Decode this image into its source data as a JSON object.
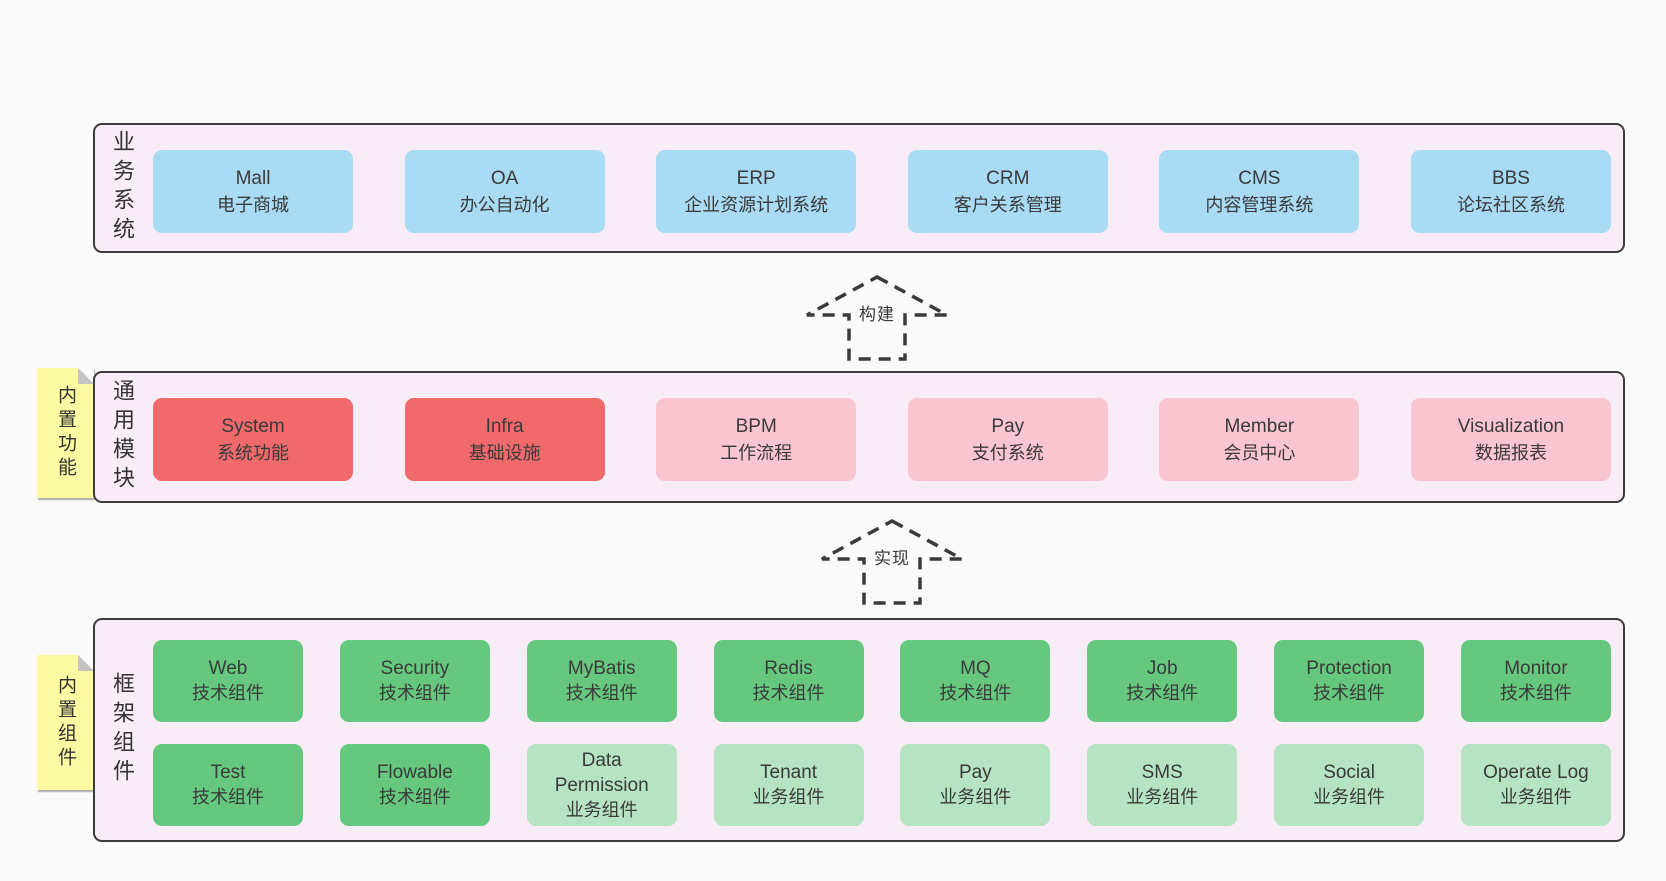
{
  "colors": {
    "page_bg": "#fafafa",
    "layer_bg": "#f8edf6",
    "layer_border": "#3c3c3c",
    "blue_box": "#a9dbf4",
    "red_box": "#f0696b",
    "pink_box": "#f9c5d0",
    "green_dark_box": "#66c87e",
    "green_light_box": "#b6e4c3",
    "note_bg": "#fbf9a2",
    "note_fold": "#c4c4c4",
    "text": "#3a3a3a"
  },
  "layers": {
    "business": {
      "label": "业务系统",
      "boxes": [
        {
          "name": "Mall",
          "desc": "电子商城"
        },
        {
          "name": "OA",
          "desc": "办公自动化"
        },
        {
          "name": "ERP",
          "desc": "企业资源计划系统"
        },
        {
          "name": "CRM",
          "desc": "客户关系管理"
        },
        {
          "name": "CMS",
          "desc": "内容管理系统"
        },
        {
          "name": "BBS",
          "desc": "论坛社区系统"
        }
      ]
    },
    "modules": {
      "label": "通用模块",
      "note": "内置功能",
      "boxes": [
        {
          "name": "System",
          "desc": "系统功能"
        },
        {
          "name": "Infra",
          "desc": "基础设施"
        },
        {
          "name": "BPM",
          "desc": "工作流程"
        },
        {
          "name": "Pay",
          "desc": "支付系统"
        },
        {
          "name": "Member",
          "desc": "会员中心"
        },
        {
          "name": "Visualization",
          "desc": "数据报表"
        }
      ]
    },
    "components": {
      "label": "框架组件",
      "note": "内置组件",
      "row1": [
        {
          "name": "Web",
          "desc": "技术组件"
        },
        {
          "name": "Security",
          "desc": "技术组件"
        },
        {
          "name": "MyBatis",
          "desc": "技术组件"
        },
        {
          "name": "Redis",
          "desc": "技术组件"
        },
        {
          "name": "MQ",
          "desc": "技术组件"
        },
        {
          "name": "Job",
          "desc": "技术组件"
        },
        {
          "name": "Protection",
          "desc": "技术组件"
        },
        {
          "name": "Monitor",
          "desc": "技术组件"
        }
      ],
      "row2": [
        {
          "name": "Test",
          "desc": "技术组件"
        },
        {
          "name": "Flowable",
          "desc": "技术组件"
        },
        {
          "name": "Data Permission",
          "desc": "业务组件"
        },
        {
          "name": "Tenant",
          "desc": "业务组件"
        },
        {
          "name": "Pay",
          "desc": "业务组件"
        },
        {
          "name": "SMS",
          "desc": "业务组件"
        },
        {
          "name": "Social",
          "desc": "业务组件"
        },
        {
          "name": "Operate Log",
          "desc": "业务组件"
        }
      ]
    }
  },
  "arrows": [
    {
      "label": "构建"
    },
    {
      "label": "实现"
    }
  ]
}
